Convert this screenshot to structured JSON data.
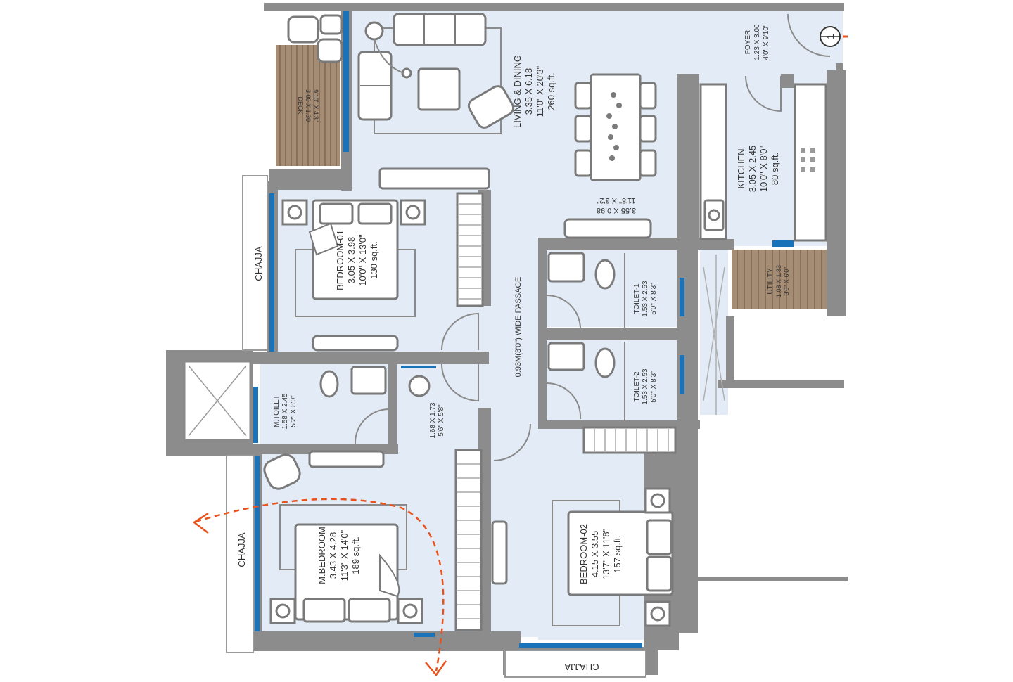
{
  "rooms": {
    "living": {
      "name": "LIVING & DINING",
      "dims": "3.35 X 6.18",
      "imperial": "11'0\" X 20'3\"",
      "area": "260 sq.ft."
    },
    "dining_note": {
      "dims": "3.55 X 0.98",
      "imperial": "11'8\" X 3'2\""
    },
    "foyer": {
      "name": "FOYER",
      "dims": "1.23 X 3.00",
      "imperial": "4'0\" X 9'10\""
    },
    "deck": {
      "name": "DECK",
      "dims": "3.00 X 1.30",
      "imperial": "9'10\" X 4'3\""
    },
    "kitchen": {
      "name": "KITCHEN",
      "dims": "3.05 X 2.45",
      "imperial": "10'0\" X 8'0\"",
      "area": "80 sq.ft."
    },
    "utility": {
      "name": "UTILITY",
      "dims": "1.08 X 1.83",
      "imperial": "3'6\" X 6'0\""
    },
    "bedroom01": {
      "name": "BEDROOM-01",
      "dims": "3.05 X 3.98",
      "imperial": "10'0\" X 13'0\"",
      "area": "130 sq.ft."
    },
    "passage": {
      "label": "0.93M(3'0\") WIDE PASSAGE"
    },
    "toilet1": {
      "name": "TOILET-1",
      "dims": "1.53 X 2.53",
      "imperial": "5'0\" X 8'3\""
    },
    "toilet2": {
      "name": "TOILET-2",
      "dims": "1.53 X 2.53",
      "imperial": "5'0\" X 8'3\""
    },
    "mtoilet": {
      "name": "M.TOILET",
      "dims": "1.58 X 2.45",
      "imperial": "5'2\" X 8'0\""
    },
    "dress": {
      "dims": "1.68 X 1.73",
      "imperial": "5'6\" X 5'8\""
    },
    "mbedroom": {
      "name": "M.BEDROOM",
      "dims": "3.43 X 4.28",
      "imperial": "11'3\" X 14'0\"",
      "area": "189 sq.ft."
    },
    "bedroom02": {
      "name": "BEDROOM-02",
      "dims": "4.15 X 3.55",
      "imperial": "13'7\" X 11'8\"",
      "area": "157 sq.ft."
    }
  },
  "chajja": [
    "CHAJJA",
    "CHAJJA",
    "CHAJJA"
  ],
  "entry_marker": "1",
  "colors": {
    "wall": "#8c8c8c",
    "floor": "#e3ecf6",
    "glass": "#1a73b8",
    "arrow": "#e8521c",
    "deck": "#8a6f58"
  },
  "icons": [
    "entry-door-marker-icon",
    "view-direction-arrow-icon"
  ]
}
